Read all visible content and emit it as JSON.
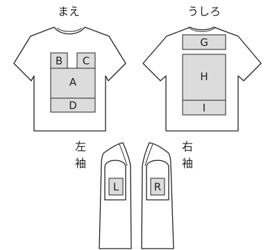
{
  "front": {
    "title": "まえ",
    "zones": {
      "b": "B",
      "c": "C",
      "a": "A",
      "d": "D"
    }
  },
  "back": {
    "title": "うしろ",
    "zones": {
      "g": "G",
      "h": "H",
      "i": "I"
    }
  },
  "left_sleeve": {
    "title_line1": "左",
    "title_line2": "袖",
    "zone": "L"
  },
  "right_sleeve": {
    "title_line1": "右",
    "title_line2": "袖",
    "zone": "R"
  },
  "colors": {
    "outline": "#231f20",
    "zone_fill": "#dcdcdc",
    "background": "#ffffff"
  }
}
